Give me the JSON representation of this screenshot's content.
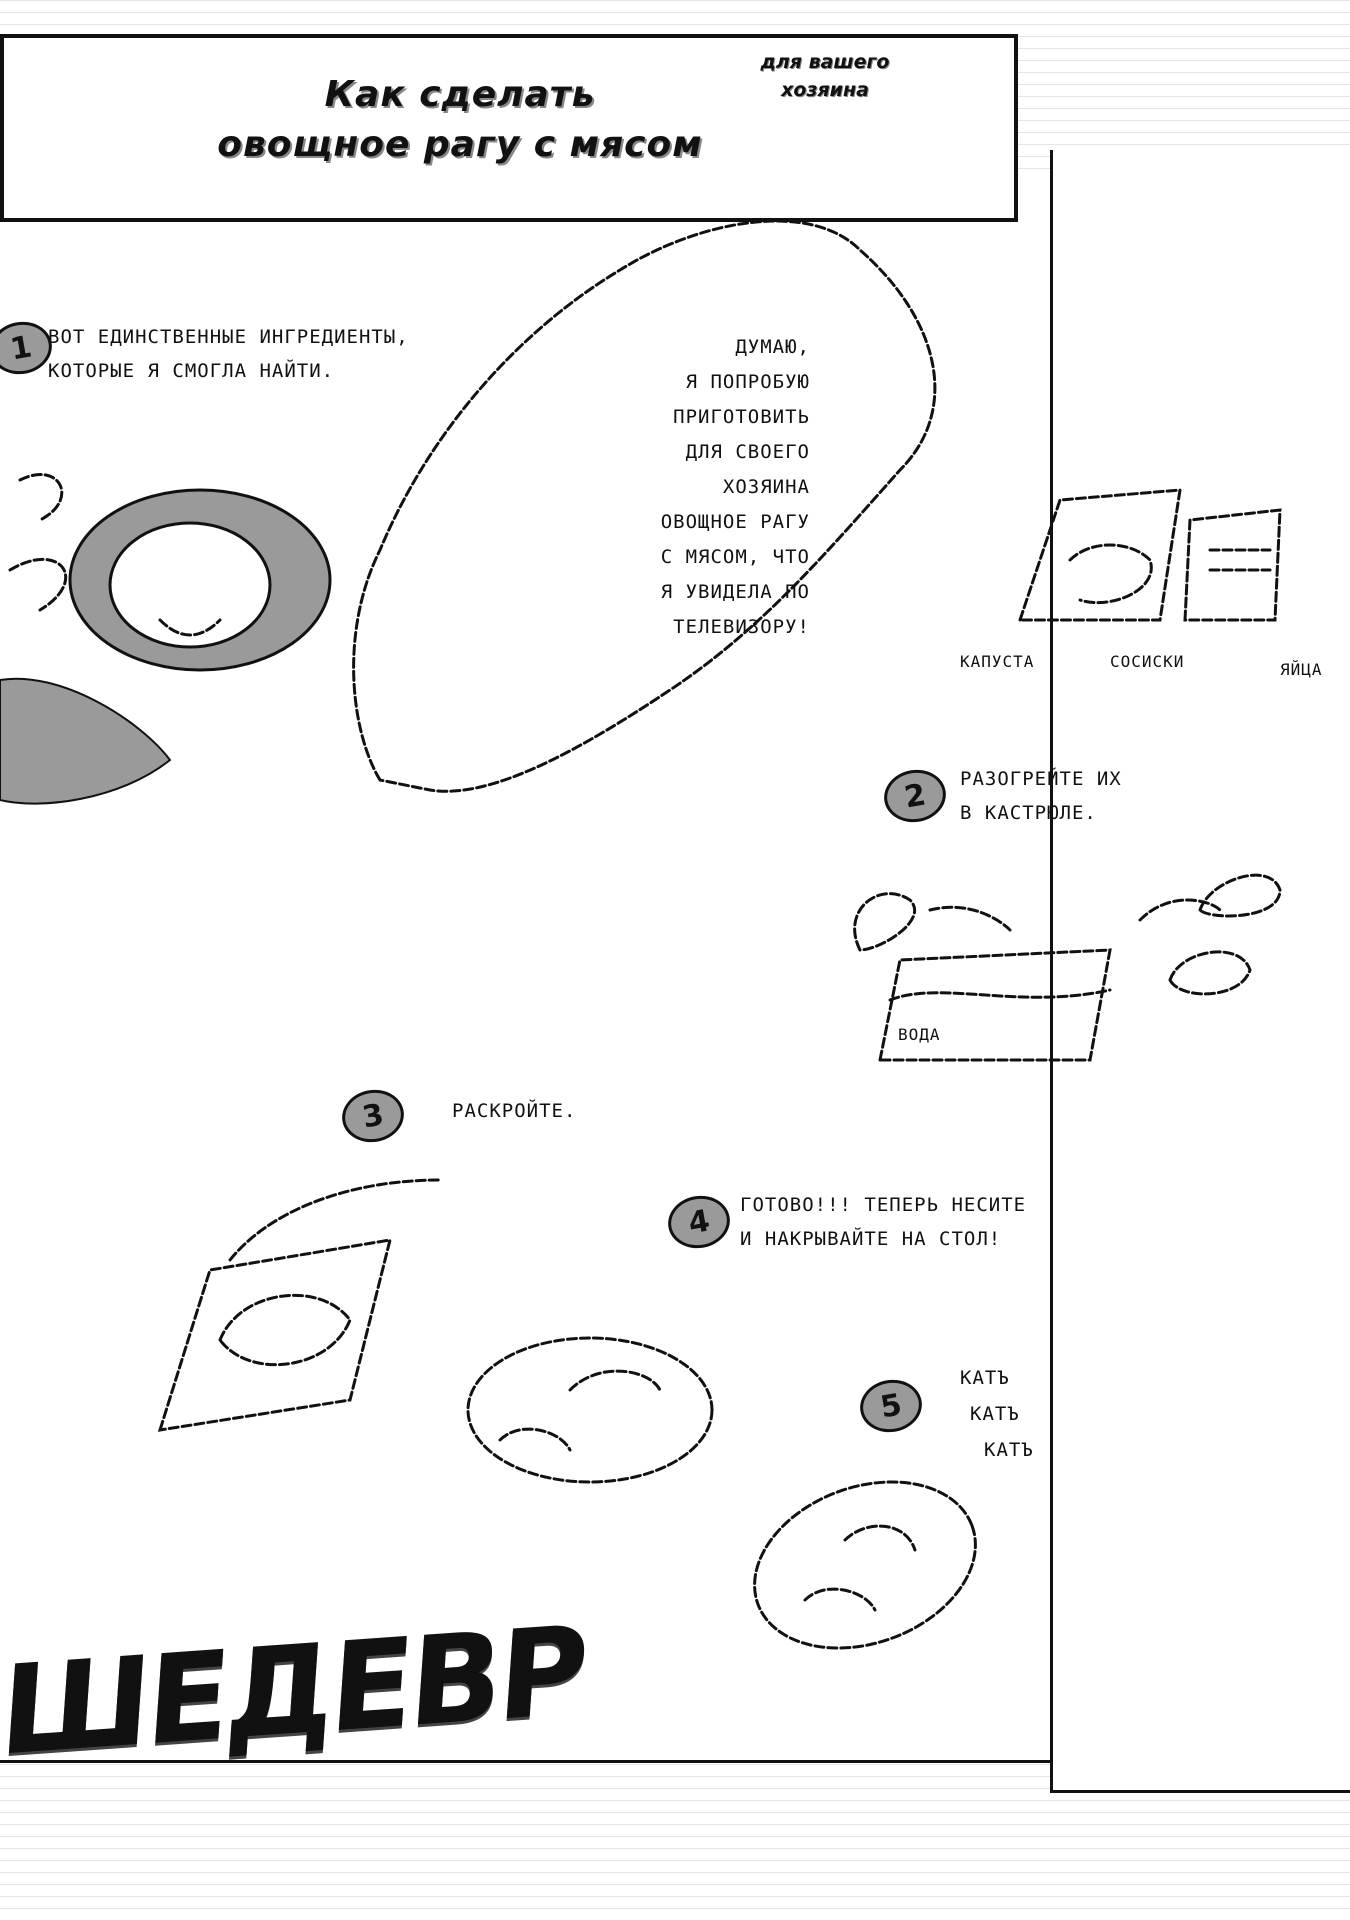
{
  "title": {
    "main_line1": "Как сделать",
    "main_line2": "овощное рагу с мясом",
    "side": "для вашего хозяина"
  },
  "steps": [
    {
      "number": "1",
      "text_line1": "Вот единственные ингредиенты,",
      "text_line2": "которые я смогла найти."
    },
    {
      "number": "2",
      "text_line1": "Разогрейте их",
      "text_line2": "в кастрюле."
    },
    {
      "number": "3",
      "text_line1": "Раскройте."
    },
    {
      "number": "4",
      "text_line1": "Готово!!! Теперь несите",
      "text_line2": "и накрывайте на стол!"
    },
    {
      "number": "5",
      "text_line1": "катъ",
      "text_line2": "катъ",
      "text_line3": "катъ"
    }
  ],
  "thought": {
    "lines": [
      "думаю,",
      "я попробую",
      "приготовить",
      "для своего",
      "хозяина",
      "овощное рагу",
      "с мясом, что",
      "я увидела по",
      "телевизору!"
    ]
  },
  "ingredients": [
    "капуста",
    "сосиски",
    "яйца"
  ],
  "pot_label": "вода",
  "bottom_word": "ШЕДЕВР",
  "colors": {
    "ink": "#111111",
    "screen_tone": "#9a9a9a",
    "paper": "#ffffff"
  }
}
